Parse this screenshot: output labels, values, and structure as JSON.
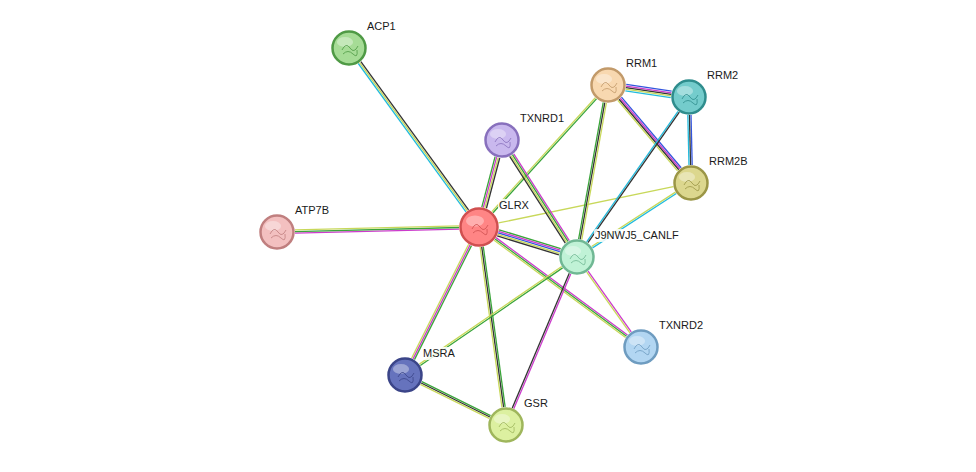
{
  "diagram": {
    "nodes": [
      {
        "text": [
          "ACP1"
        ]
      },
      {
        "text": [
          "RRM1"
        ]
      },
      {
        "text": [
          "RRM2"
        ]
      },
      {
        "text": [
          "TXNRD1"
        ]
      },
      {
        "text": [
          "RRM2B"
        ]
      },
      {
        "text": [
          "ATP7B"
        ]
      },
      {
        "text": [
          "GLRX"
        ]
      },
      {
        "text": [
          "J9NWJ5_CANLF"
        ]
      },
      {
        "text": [
          "TXNRD2"
        ]
      },
      {
        "text": [
          "MSRA"
        ]
      },
      {
        "text": [
          "GSR"
        ]
      }
    ],
    "edges": [
      {
        "from": 6,
        "to": 0,
        "arrow": "none"
      },
      {
        "from": 6,
        "to": 5,
        "arrow": "none"
      },
      {
        "from": 6,
        "to": 3,
        "arrow": "none"
      },
      {
        "from": 6,
        "to": 1,
        "arrow": "none"
      },
      {
        "from": 6,
        "to": 4,
        "arrow": "none"
      },
      {
        "from": 6,
        "to": 7,
        "arrow": "none"
      },
      {
        "from": 6,
        "to": 8,
        "arrow": "none"
      },
      {
        "from": 6,
        "to": 9,
        "arrow": "none"
      },
      {
        "from": 6,
        "to": 10,
        "arrow": "none"
      },
      {
        "from": 3,
        "to": 7,
        "arrow": "none"
      },
      {
        "from": 1,
        "to": 2,
        "arrow": "none"
      },
      {
        "from": 1,
        "to": 4,
        "arrow": "none"
      },
      {
        "from": 2,
        "to": 4,
        "arrow": "none"
      },
      {
        "from": 7,
        "to": 1,
        "arrow": "none"
      },
      {
        "from": 7,
        "to": 2,
        "arrow": "none"
      },
      {
        "from": 7,
        "to": 4,
        "arrow": "none"
      },
      {
        "from": 7,
        "to": 8,
        "arrow": "none"
      },
      {
        "from": 7,
        "to": 9,
        "arrow": "none"
      },
      {
        "from": 7,
        "to": 10,
        "arrow": "none"
      },
      {
        "from": 9,
        "to": 10,
        "arrow": "none"
      }
    ]
  }
}
